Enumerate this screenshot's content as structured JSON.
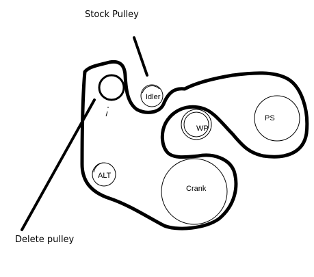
{
  "callouts": {
    "stock_pulley": "Stock Pulley",
    "delete_pulley": "Delete pulley"
  },
  "pulleys": {
    "idler": "Idler",
    "wp": "WP",
    "ps": "PS",
    "alt": "ALT",
    "crank": "Crank"
  },
  "colors": {
    "line": "#000000",
    "background": "#ffffff"
  }
}
